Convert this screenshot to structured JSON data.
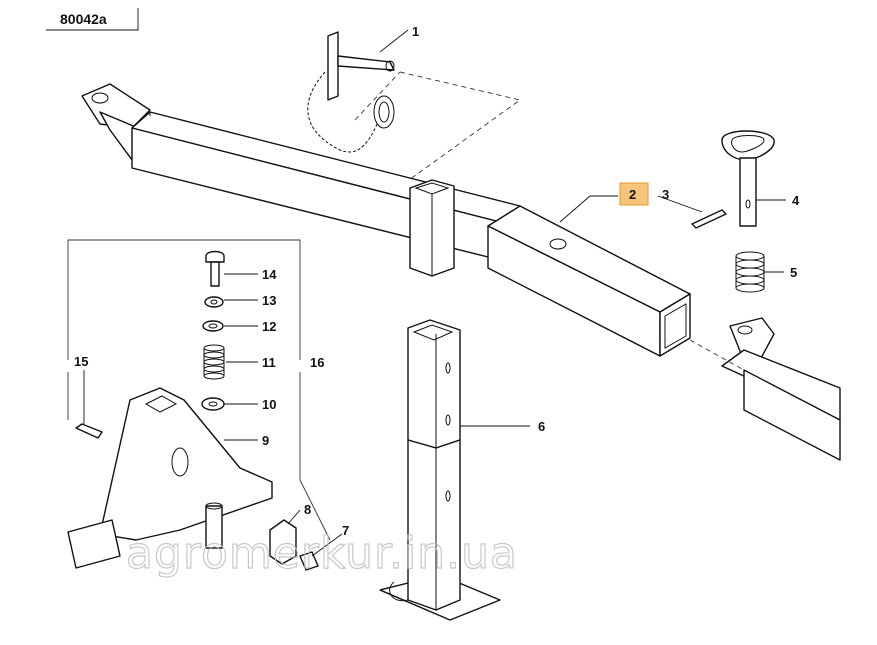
{
  "diagram": {
    "reference_code": "80042a",
    "watermark": "agromerkur.in.ua",
    "highlight_color": "#f6c57a",
    "callouts": [
      {
        "id": "c1",
        "label": "1"
      },
      {
        "id": "c2",
        "label": "2",
        "highlighted": true
      },
      {
        "id": "c3",
        "label": "3"
      },
      {
        "id": "c4",
        "label": "4"
      },
      {
        "id": "c5",
        "label": "5"
      },
      {
        "id": "c6",
        "label": "6"
      },
      {
        "id": "c7",
        "label": "7"
      },
      {
        "id": "c8",
        "label": "8"
      },
      {
        "id": "c9",
        "label": "9"
      },
      {
        "id": "c10",
        "label": "10"
      },
      {
        "id": "c11",
        "label": "11"
      },
      {
        "id": "c12",
        "label": "12"
      },
      {
        "id": "c13",
        "label": "13"
      },
      {
        "id": "c14",
        "label": "14"
      },
      {
        "id": "c15",
        "label": "15"
      },
      {
        "id": "c16",
        "label": "16"
      }
    ]
  }
}
